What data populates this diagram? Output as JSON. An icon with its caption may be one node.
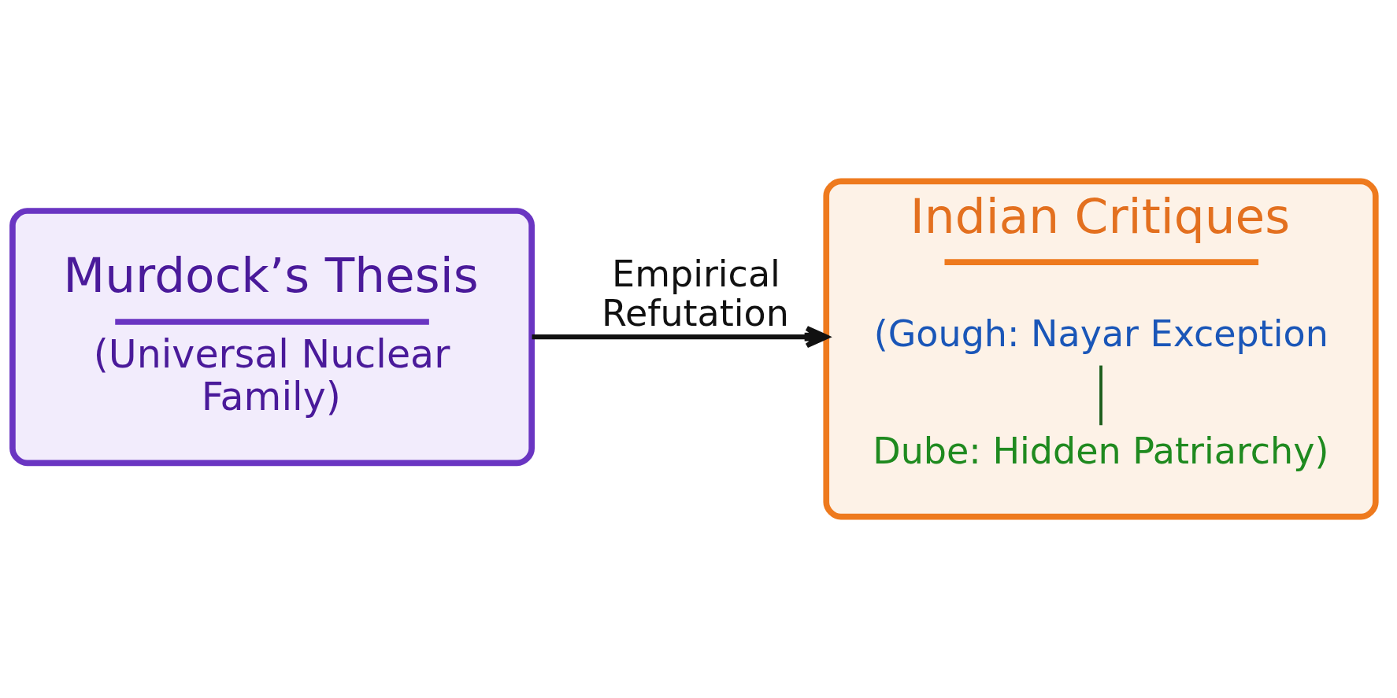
{
  "diagram": {
    "nodes": [
      {
        "text": [
          "Murdock’s Thesis",
          "(Universal Nuclear Family)"
        ]
      },
      {
        "text": [
          "Indian Critiques"
        ]
      },
      {
        "text": [
          "(Gough: Nayar Exception"
        ],
        "in": 1
      },
      {
        "text": [
          "Dube: Hidden Patriarchy)"
        ],
        "in": 1
      }
    ],
    "edges": [
      {
        "from": 0,
        "to": 1,
        "arrow": "to",
        "label": "Empirical Refutation"
      },
      {
        "from": 2,
        "to": 3,
        "arrow": "none",
        "color": "#1d5e1d"
      }
    ]
  }
}
